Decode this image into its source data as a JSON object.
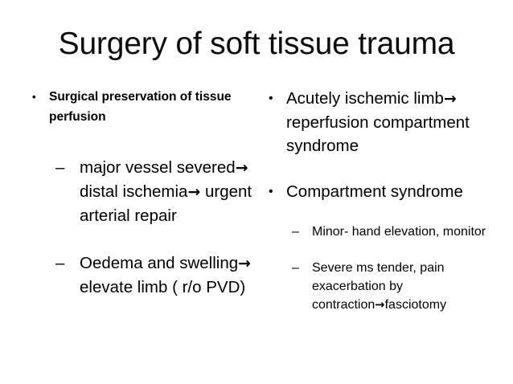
{
  "slide": {
    "title": "Surgery of soft tissue trauma",
    "background_color": "#ffffff",
    "text_color": "#000000",
    "bullet_marker": "•",
    "dash_marker": "–",
    "arrow_glyph": "→"
  },
  "left_column": {
    "items": [
      {
        "level": 1,
        "bold": true,
        "text": "Surgical preservation of tissue perfusion"
      },
      {
        "level": 2,
        "bold": false,
        "text": " major vessel severed→ distal ischemia→ urgent arterial repair"
      },
      {
        "level": 2,
        "bold": false,
        "text": "Oedema and swelling→ elevate limb ( r/o PVD)"
      }
    ]
  },
  "right_column": {
    "items": [
      {
        "level": 1,
        "bold": false,
        "text": "Acutely ischemic limb→ reperfusion compartment syndrome"
      },
      {
        "level": 1,
        "bold": false,
        "text": "Compartment syndrome"
      },
      {
        "level": 2,
        "bold": false,
        "text": "Minor- hand elevation, monitor"
      },
      {
        "level": 2,
        "bold": false,
        "text": "Severe ms tender, pain exacerbation by contraction→fasciotomy"
      }
    ]
  }
}
